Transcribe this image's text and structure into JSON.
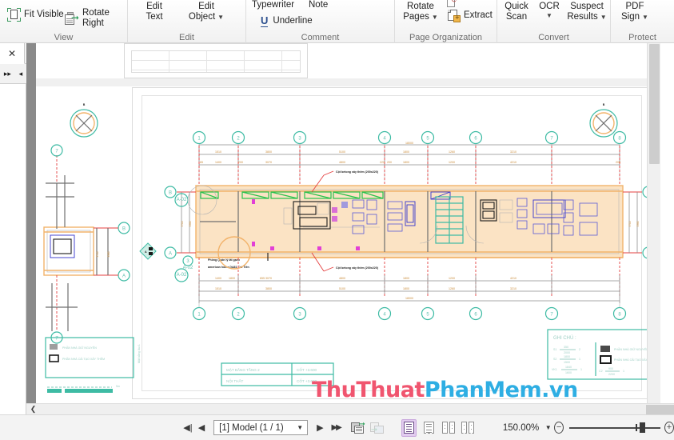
{
  "app": {
    "zoom_accent": "#e2ccef",
    "watermark": {
      "part1": "ThuThuat",
      "part2": "PhanMem.vn"
    }
  },
  "ribbon": {
    "groups": [
      {
        "name": "view",
        "label": "View",
        "items": [
          {
            "id": "fit-visible",
            "label": "Fit Visible",
            "icon": "fit-visible-icon",
            "dropdown": false
          },
          {
            "id": "rotate-right",
            "label": "Rotate Right",
            "icon": "rotate-right-icon",
            "dropdown": false
          }
        ]
      },
      {
        "name": "edit",
        "label": "Edit",
        "items": [
          {
            "id": "edit-text",
            "label": "Edit\nText",
            "line1": "Edit",
            "line2": "Text",
            "icon": "edit-text-icon",
            "dropdown": false
          },
          {
            "id": "edit-object",
            "label": "Edit Object",
            "line1": "Edit",
            "line2": "Object",
            "icon": "edit-object-icon",
            "dropdown": true
          }
        ]
      },
      {
        "name": "comment",
        "label": "Comment",
        "items": [
          {
            "id": "typewriter",
            "label": "Typewriter",
            "icon": "typewriter-icon",
            "dropdown": false
          },
          {
            "id": "note",
            "label": "Note",
            "icon": "note-icon",
            "dropdown": false
          },
          {
            "id": "underline",
            "label": "Underline",
            "icon": "underline-icon",
            "dropdown": false
          }
        ]
      },
      {
        "name": "page-organization",
        "label": "Page Organization",
        "items": [
          {
            "id": "rotate-pages",
            "label": "Rotate Pages",
            "line1": "Rotate",
            "line2": "Pages",
            "icon": "rotate-pages-icon",
            "dropdown": true
          },
          {
            "id": "extract",
            "label": "Extract",
            "icon": "extract-icon",
            "dropdown": false
          }
        ]
      },
      {
        "name": "convert",
        "label": "Convert",
        "items": [
          {
            "id": "quick-scan",
            "label": "Quick Scan",
            "line1": "Quick",
            "line2": "Scan",
            "icon": "quick-scan-icon",
            "dropdown": false
          },
          {
            "id": "ocr",
            "label": "OCR",
            "line1": "OCR",
            "line2": "",
            "icon": "ocr-icon",
            "dropdown": true
          },
          {
            "id": "suspect-results",
            "label": "Suspect Results",
            "line1": "Suspect",
            "line2": "Results",
            "icon": "suspect-results-icon",
            "dropdown": true
          }
        ]
      },
      {
        "name": "protect",
        "label": "Protect",
        "items": [
          {
            "id": "pdf-sign",
            "label": "PDF Sign",
            "line1": "PDF",
            "line2": "Sign",
            "icon": "pdf-sign-icon",
            "dropdown": true
          }
        ]
      }
    ]
  },
  "sidebar": {
    "close_tab_glyph": "✕",
    "expand_glyph": "▸▸",
    "collapse_glyph": "◂"
  },
  "statusbar": {
    "first_page_glyph": "◀|",
    "prev_page_glyph": "◀",
    "next_page_glyph": "▶",
    "last_page_glyph": "▶▶",
    "page_value": "[1] Model (1 / 1)",
    "page_dropdown_glyph": "▼",
    "insert_pages_label": "insert-pages-icon",
    "delete_pages_label": "delete-pages-icon",
    "view_modes": [
      {
        "id": "single-page",
        "label": "Single Page",
        "selected": true
      },
      {
        "id": "continuous",
        "label": "Continuous",
        "selected": false
      },
      {
        "id": "facing",
        "label": "Facing",
        "selected": false
      },
      {
        "id": "continuous-facing",
        "label": "Continuous Facing",
        "selected": false
      }
    ],
    "zoom_value": "150.00%",
    "zoom_dropdown_glyph": "▼",
    "zoom_out_glyph": "−",
    "zoom_in_glyph": "+"
  },
  "drawing": {
    "title_block": {
      "rows": [
        {
          "name": "MẶT BẰNG TẦNG 2",
          "level": "CỐT +3.600"
        },
        {
          "name": "NỘI THẤT",
          "level": "CỐT +3.600"
        }
      ]
    },
    "legend_left": {
      "items": [
        "PHẦN NHÀ GIỮ NGUYÊN",
        "PHẦN NHÀ CẢI TẠO XÂY THÊM"
      ],
      "scale_label": "5m"
    },
    "legend_right": {
      "title": "GHI CHÚ :",
      "scales": [
        "S1  1/200  2",
        "S2  1/100  1",
        "VK1  1/50  1",
        "C2  1/200  1"
      ],
      "items": [
        "PHẦN NHÀ GIỮ NGUYÊN",
        "PHẦN NHÀ CẢI TẠO XÂY THÊM"
      ]
    },
    "annotations": [
      "Cột betong xây thêm (200x220)",
      "Cột betong xây thêm (200x220)",
      "Phòng Quản lý lát gạch american home DA81 Cát Tiên"
    ],
    "compass_label": "B",
    "section_marker": "A",
    "grid_labels_vertical": [
      "A",
      "B"
    ],
    "grid_labels_horizontal": [
      "1",
      "2",
      "3",
      "4",
      "5",
      "6",
      "7"
    ],
    "dimensions_top_outer": [
      "18000"
    ],
    "dimensions_top_mid": [
      "1510",
      "3800",
      "5100",
      "1800",
      "1260",
      "3210"
    ],
    "dimensions_top_inner": [
      "1400",
      "3070",
      "4800",
      "1800",
      "1200",
      "4210"
    ],
    "dimensions_bottom_mid": [
      "1400",
      "3070",
      "4800",
      "1800",
      "1200",
      "4210"
    ],
    "dimensions_bottom_inner": [
      "1510",
      "3800",
      "5100",
      "1800",
      "1260",
      "3210"
    ],
    "dimensions_bottom_outer": [
      "18000"
    ],
    "dimensions_left": [
      "3710",
      "3380"
    ],
    "dimensions_right": [
      "3710",
      "3380"
    ],
    "small_dims": [
      "200",
      "220",
      "200",
      "655",
      "1800"
    ]
  }
}
